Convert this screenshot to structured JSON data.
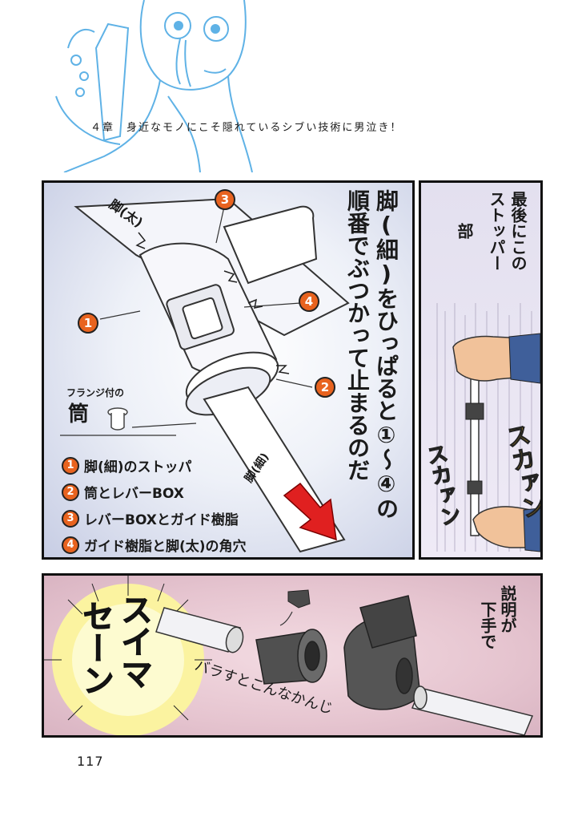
{
  "header": {
    "chapter_line": "４章　身近なモノにこそ隠れているシブい技術に男泣き！"
  },
  "panel1": {
    "label_thick_leg": "脚(太)",
    "label_thin_leg": "脚(細)",
    "label_flange": "フランジ付の",
    "label_tube": "筒",
    "narration": [
      "脚(細)をひっぱると①〜④の",
      "順番でぶつかって止まるのだ"
    ],
    "badges": [
      "1",
      "2",
      "3",
      "4"
    ],
    "legend": [
      {
        "num": "1",
        "text": "脚(細)のストッパ"
      },
      {
        "num": "2",
        "text": "筒とレバーBOX"
      },
      {
        "num": "3",
        "text": "レバーBOXとガイド樹脂"
      },
      {
        "num": "4",
        "text": "ガイド樹脂と脚(太)の角穴"
      }
    ],
    "accent_color": "#e8631f",
    "arrow_color": "#e02020"
  },
  "panel2": {
    "caption_line1": "最後にこの",
    "caption_line2": "ストッパー",
    "caption_line3": "部",
    "sfx1": "スカァン",
    "sfx2": "スカァン"
  },
  "panel3": {
    "shout": [
      "スイマ",
      "セーン"
    ],
    "caption": "バラすとこんなかんじ",
    "side_note": [
      "説明が",
      "下手で"
    ]
  },
  "footer": {
    "page_number": "117"
  }
}
